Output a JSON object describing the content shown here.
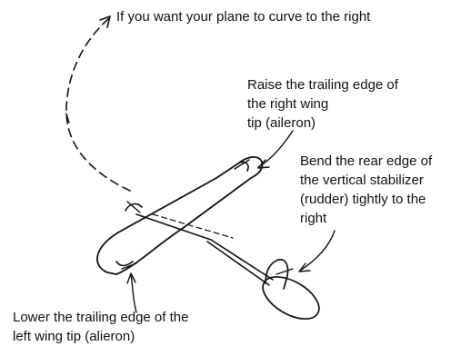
{
  "labels": {
    "curve_right": "If you want your plane to curve to the right",
    "raise_right_aileron": "Raise the trailing edge of\nthe right wing\ntip (aileron)",
    "bend_rudder": "Bend the rear edge of\nthe vertical stabilizer\n(rudder) tightly to the\nright",
    "lower_left_aileron": "Lower the trailing edge of the\nleft wing tip (alieron)"
  },
  "colors": {
    "ink": "#111111",
    "background": "#ffffff"
  }
}
